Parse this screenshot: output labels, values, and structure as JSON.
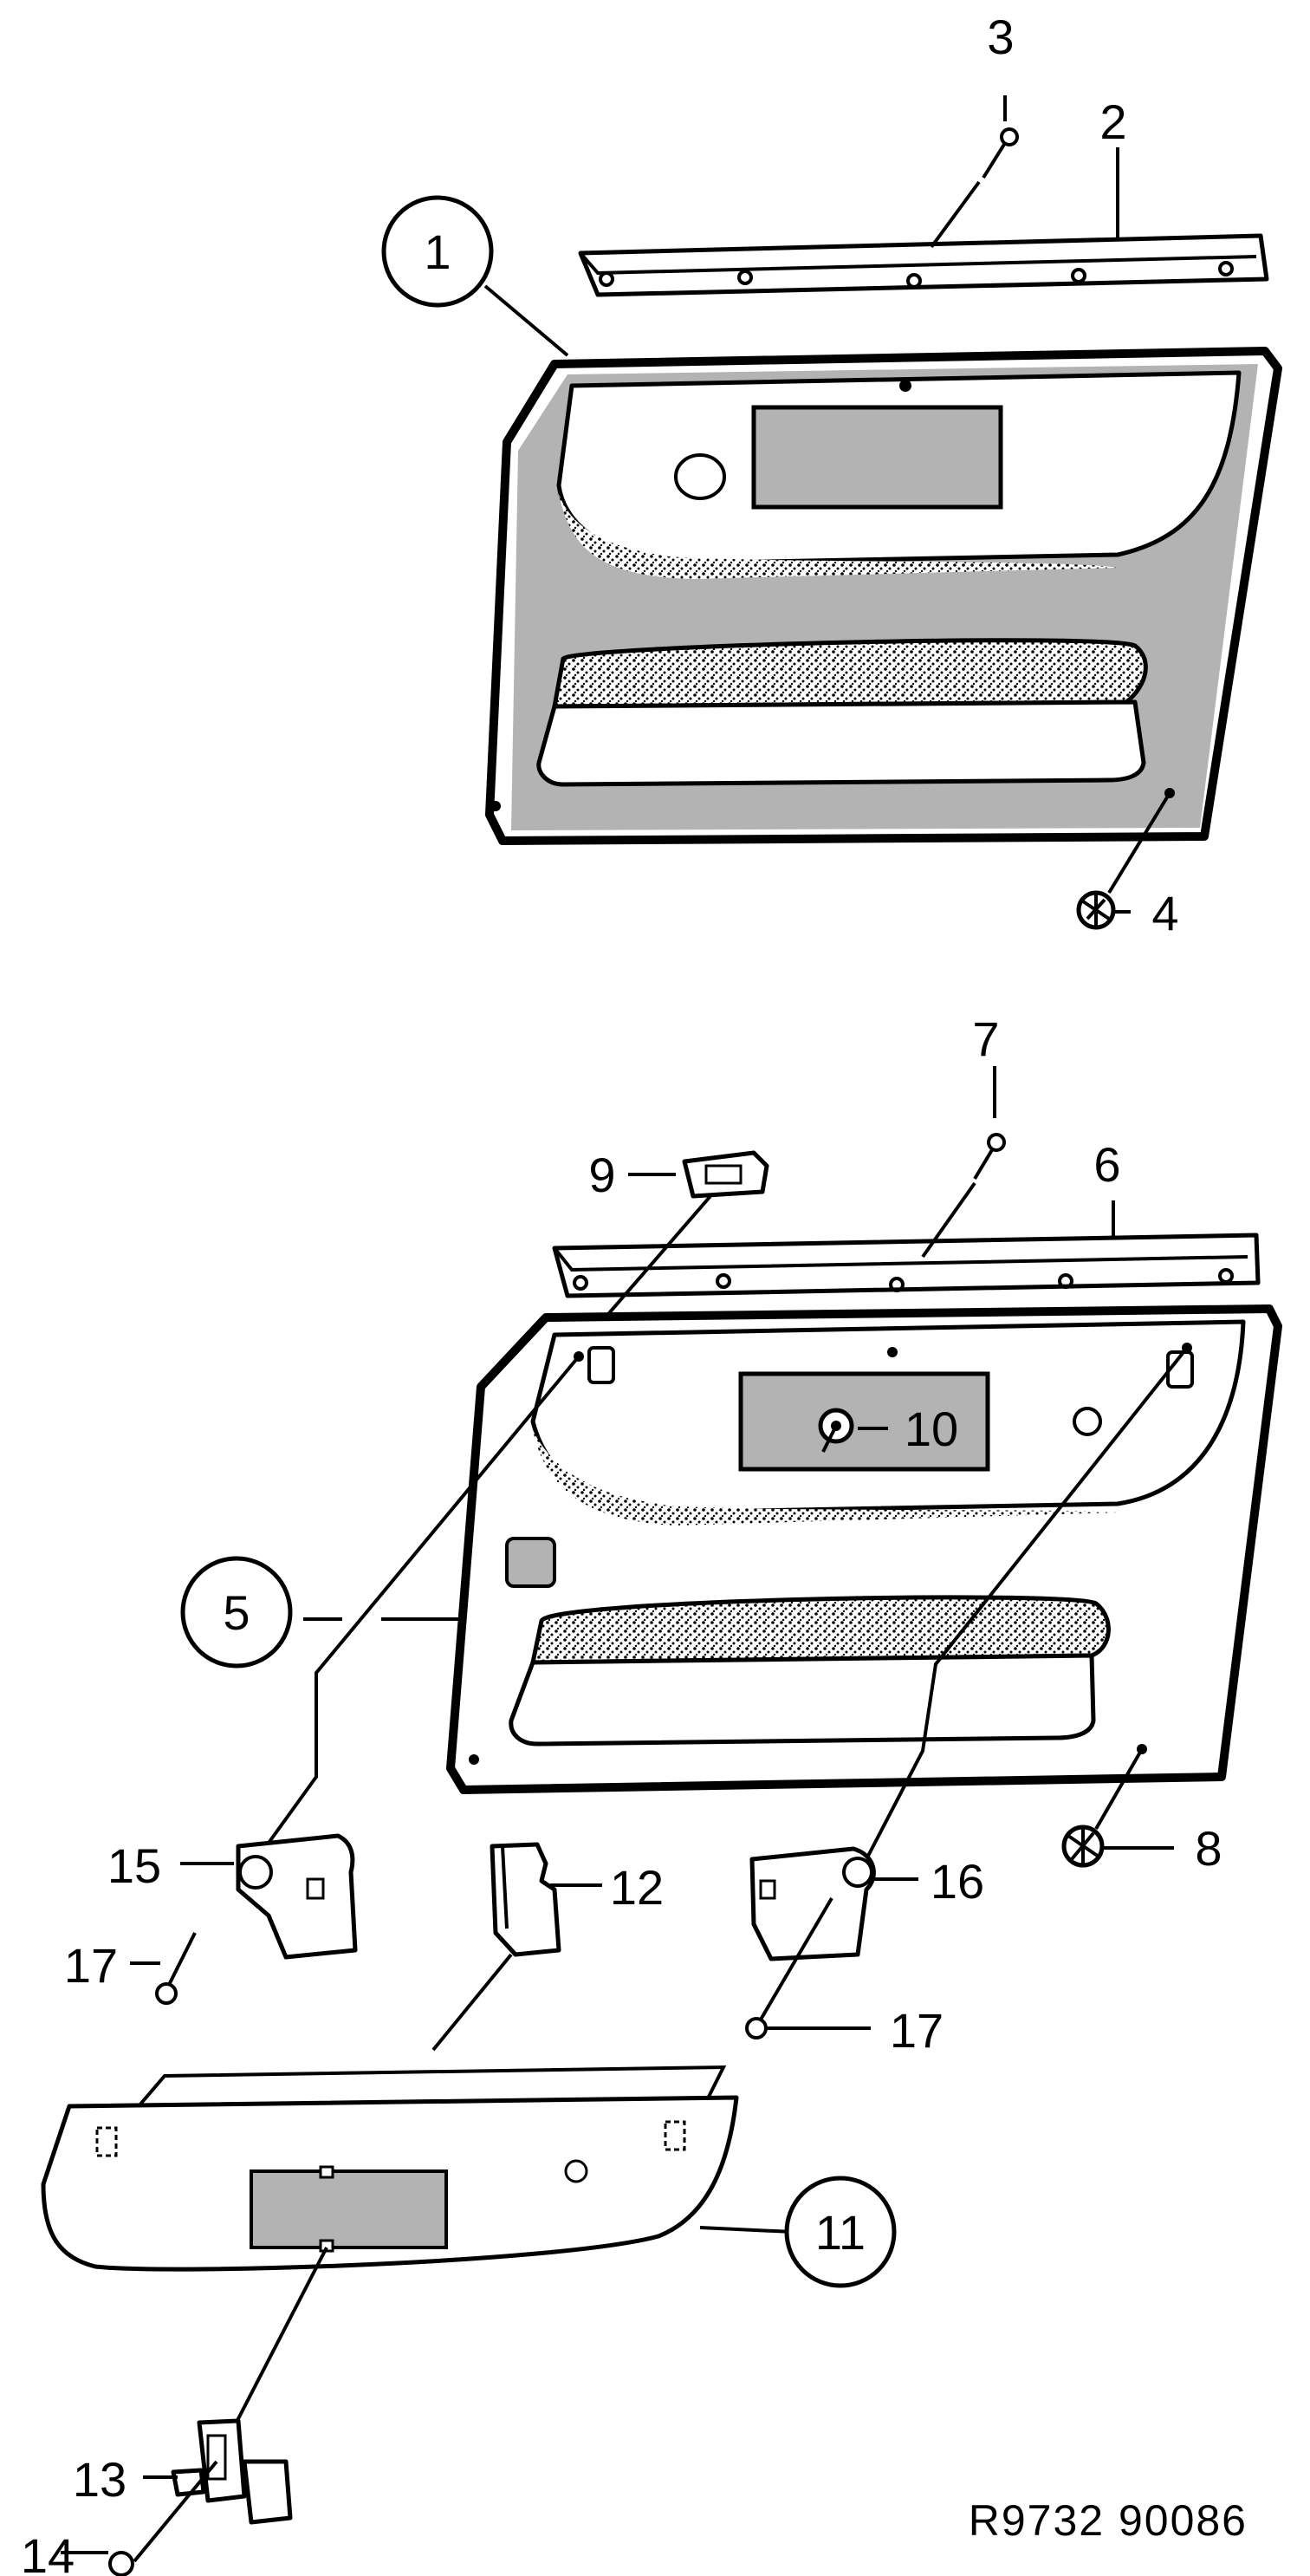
{
  "diagram": {
    "callouts": [
      {
        "id": "1",
        "circled": true
      },
      {
        "id": "2",
        "circled": false
      },
      {
        "id": "3",
        "circled": false
      },
      {
        "id": "4",
        "circled": false
      },
      {
        "id": "5",
        "circled": true
      },
      {
        "id": "6",
        "circled": false
      },
      {
        "id": "7",
        "circled": false
      },
      {
        "id": "8",
        "circled": false
      },
      {
        "id": "9",
        "circled": false
      },
      {
        "id": "10",
        "circled": false
      },
      {
        "id": "11",
        "circled": true
      },
      {
        "id": "12",
        "circled": false
      },
      {
        "id": "13",
        "circled": false
      },
      {
        "id": "14",
        "circled": false
      },
      {
        "id": "15",
        "circled": false
      },
      {
        "id": "16",
        "circled": false
      },
      {
        "id": "17a",
        "text": "17",
        "circled": false
      },
      {
        "id": "17b",
        "text": "17",
        "circled": false
      }
    ],
    "reference_code": "R9732  90086"
  },
  "labels": {
    "c1": "1",
    "c2": "2",
    "c3": "3",
    "c4": "4",
    "c5": "5",
    "c6": "6",
    "c7": "7",
    "c8": "8",
    "c9": "9",
    "c10": "10",
    "c11": "11",
    "c12": "12",
    "c13": "13",
    "c14": "14",
    "c15": "15",
    "c16": "16",
    "c17a": "17",
    "c17b": "17"
  },
  "colors": {
    "line": "#000000",
    "panel": "#b3b3b3",
    "background": "#ffffff"
  }
}
